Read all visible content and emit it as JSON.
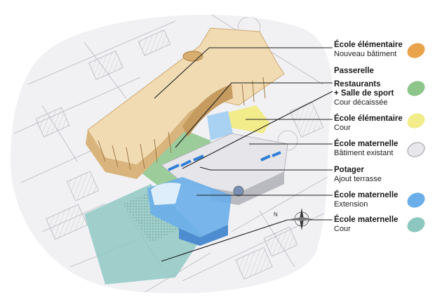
{
  "legend": [
    {
      "title": "École élémentaire",
      "subtitle": "Nouveau bâtiment",
      "color": "#E8A34C"
    },
    {
      "title": "Passerelle",
      "subtitle": "",
      "color": ""
    },
    {
      "title": "Restaurants",
      "title2": "+ Salle de sport",
      "subtitle": "Cour décaissée",
      "color": "#8DC58A"
    },
    {
      "title": "École élémentaire",
      "subtitle": "Cour",
      "color": "#F2EC8A"
    },
    {
      "title": "École maternelle",
      "subtitle": "Bâtiment existant",
      "color": "#E8E8EC"
    },
    {
      "title": "Potager",
      "subtitle": "Ajout terrasse",
      "color": ""
    },
    {
      "title": "École maternelle",
      "subtitle": "Extension",
      "color": "#6AAEEA"
    },
    {
      "title": "École maternelle",
      "subtitle": "Cour",
      "color": "#8CC7C0"
    }
  ],
  "compass_label": "N"
}
